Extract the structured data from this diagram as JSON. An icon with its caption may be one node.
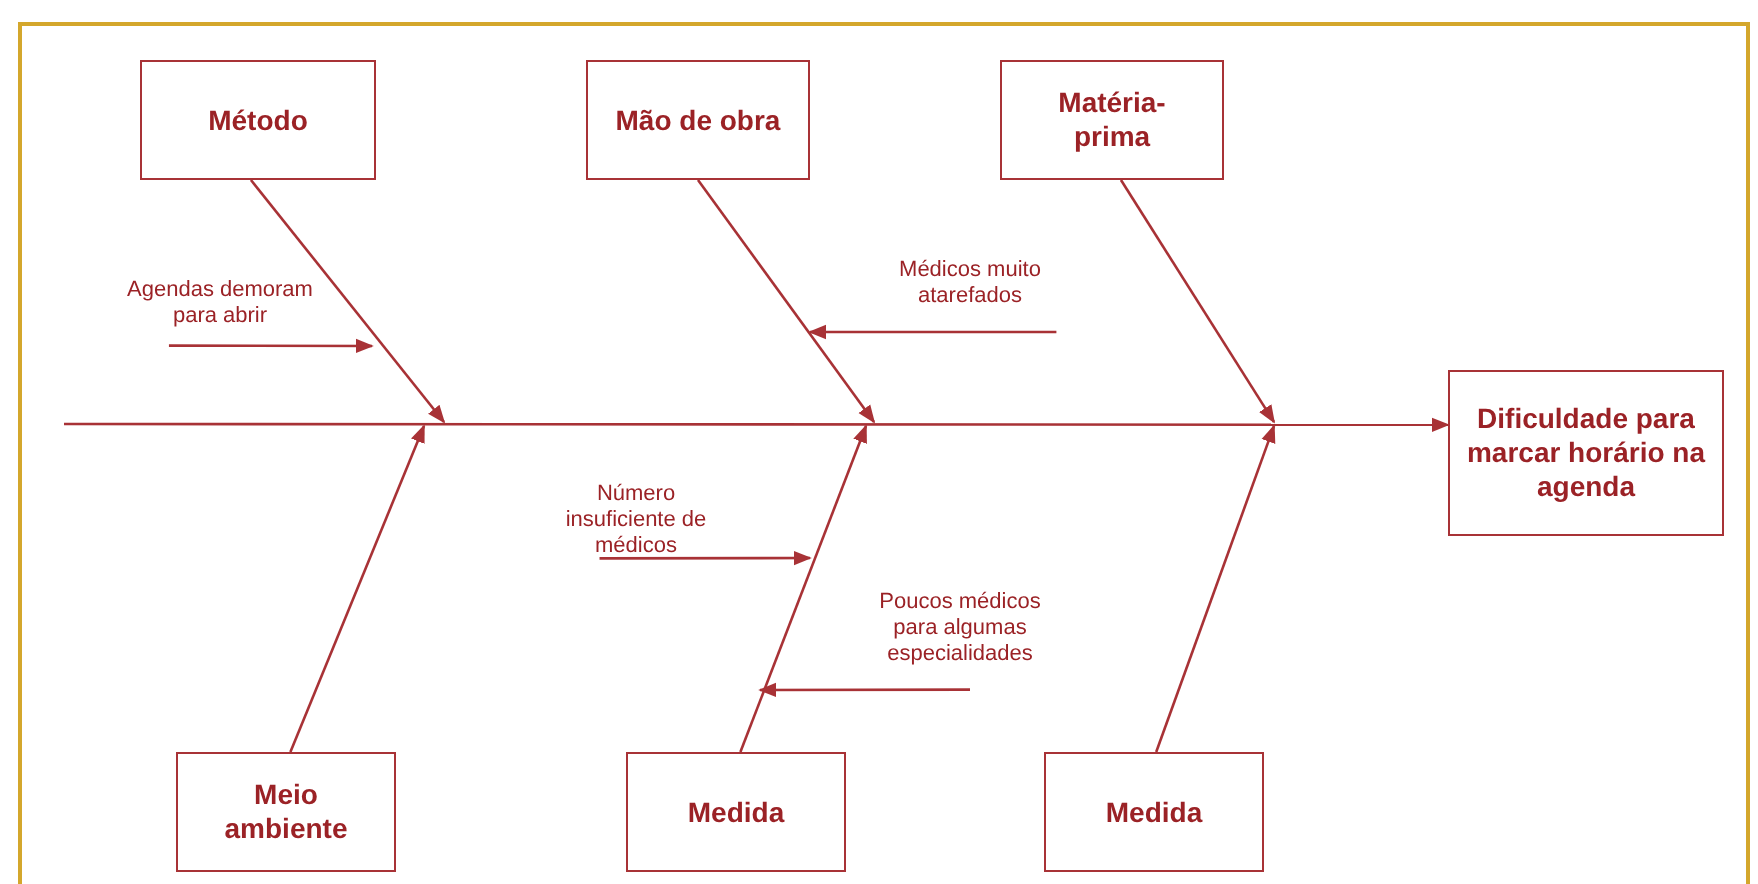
{
  "diagram": {
    "nodes": [
      {
        "text": [
          "Método"
        ]
      },
      {
        "text": [
          "Mão de obra"
        ]
      },
      {
        "text": [
          "Matéria-prima"
        ]
      },
      {
        "text": [
          "Dificuldade para marcar horário na agenda"
        ]
      },
      {
        "text": [
          "Agendas demoram para abrir"
        ]
      },
      {
        "text": [
          "Médicos muito atarefados"
        ]
      },
      {
        "text": [
          "Número insuficiente de médicos"
        ]
      },
      {
        "text": [
          "Poucos médicos para algumas especialidades"
        ]
      },
      {
        "text": [
          "Meio ambiente"
        ]
      },
      {
        "text": [
          "Medida"
        ]
      },
      {
        "text": [
          "Medida"
        ]
      }
    ],
    "edges": [
      {
        "from": null,
        "to": 3,
        "arrow": "to"
      },
      {
        "from": 0,
        "to": null,
        "arrow": "to"
      },
      {
        "from": 1,
        "to": null,
        "arrow": "to"
      },
      {
        "from": 2,
        "to": null,
        "arrow": "to"
      },
      {
        "from": 8,
        "to": null,
        "arrow": "to"
      },
      {
        "from": 9,
        "to": null,
        "arrow": "to"
      },
      {
        "from": 10,
        "to": null,
        "arrow": "to"
      },
      {
        "from": 4,
        "to": null,
        "arrow": "to"
      },
      {
        "from": 5,
        "to": null,
        "arrow": "to"
      },
      {
        "from": 6,
        "to": null,
        "arrow": "to"
      },
      {
        "from": 7,
        "to": null,
        "arrow": "to"
      }
    ]
  }
}
